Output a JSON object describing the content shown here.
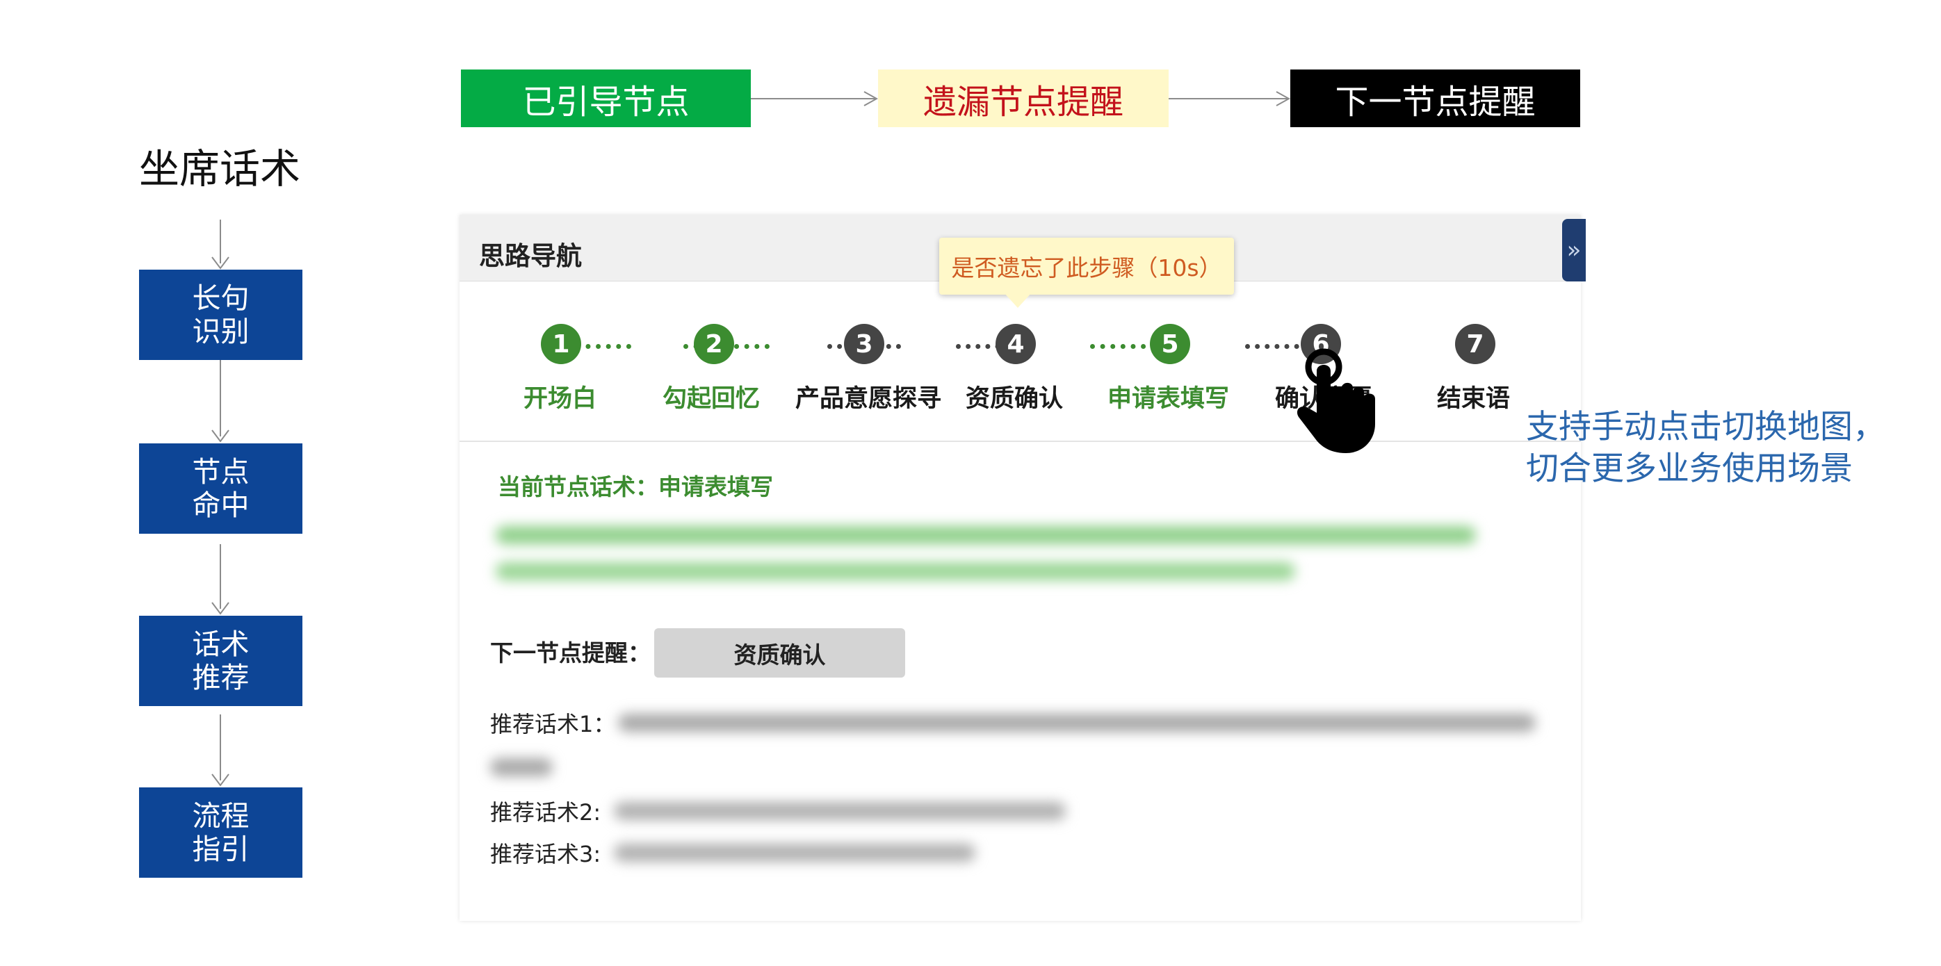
{
  "flow": {
    "title": "坐席话术",
    "steps": [
      {
        "line1": "长句",
        "line2": "识别"
      },
      {
        "line1": "节点",
        "line2": "命中"
      },
      {
        "line1": "话术",
        "line2": "推荐"
      },
      {
        "line1": "流程",
        "line2": "指引"
      }
    ]
  },
  "legend": {
    "guided": "已引导节点",
    "missed": "遗漏节点提醒",
    "next": "下一节点提醒"
  },
  "panel": {
    "title": "思路导航",
    "expand_icon": "»",
    "tooltip": "是否遗忘了此步骤（10s）",
    "steps": [
      {
        "num": "1",
        "label": "开场白",
        "state": "guided"
      },
      {
        "num": "2",
        "label": "勾起回忆",
        "state": "guided"
      },
      {
        "num": "3",
        "label": "产品意愿探寻",
        "state": "pending"
      },
      {
        "num": "4",
        "label": "资质确认",
        "state": "pending"
      },
      {
        "num": "5",
        "label": "申请表填写",
        "state": "current"
      },
      {
        "num": "6",
        "label": "确认意愿",
        "state": "pending"
      },
      {
        "num": "7",
        "label": "结束语",
        "state": "pending"
      }
    ],
    "current_node_label": "当前节点话术：申请表填写",
    "next_node_label": "下一节点提醒：",
    "next_node_value": "资质确认",
    "recommendations": [
      {
        "label": "推荐话术1："
      },
      {
        "label": "推荐话术2:"
      },
      {
        "label": "推荐话术3:"
      }
    ]
  },
  "annotation": {
    "line1": "支持手动点击切换地图，",
    "line2": "切合更多业务使用场景"
  },
  "colors": {
    "flow_box": "#0d4596",
    "guided_green": "#04ab45",
    "step_green": "#3c8c30",
    "step_dark": "#454545",
    "missed_bg": "#fff8c9",
    "missed_text": "#c3121b",
    "annotation_blue": "#2b67ad"
  }
}
